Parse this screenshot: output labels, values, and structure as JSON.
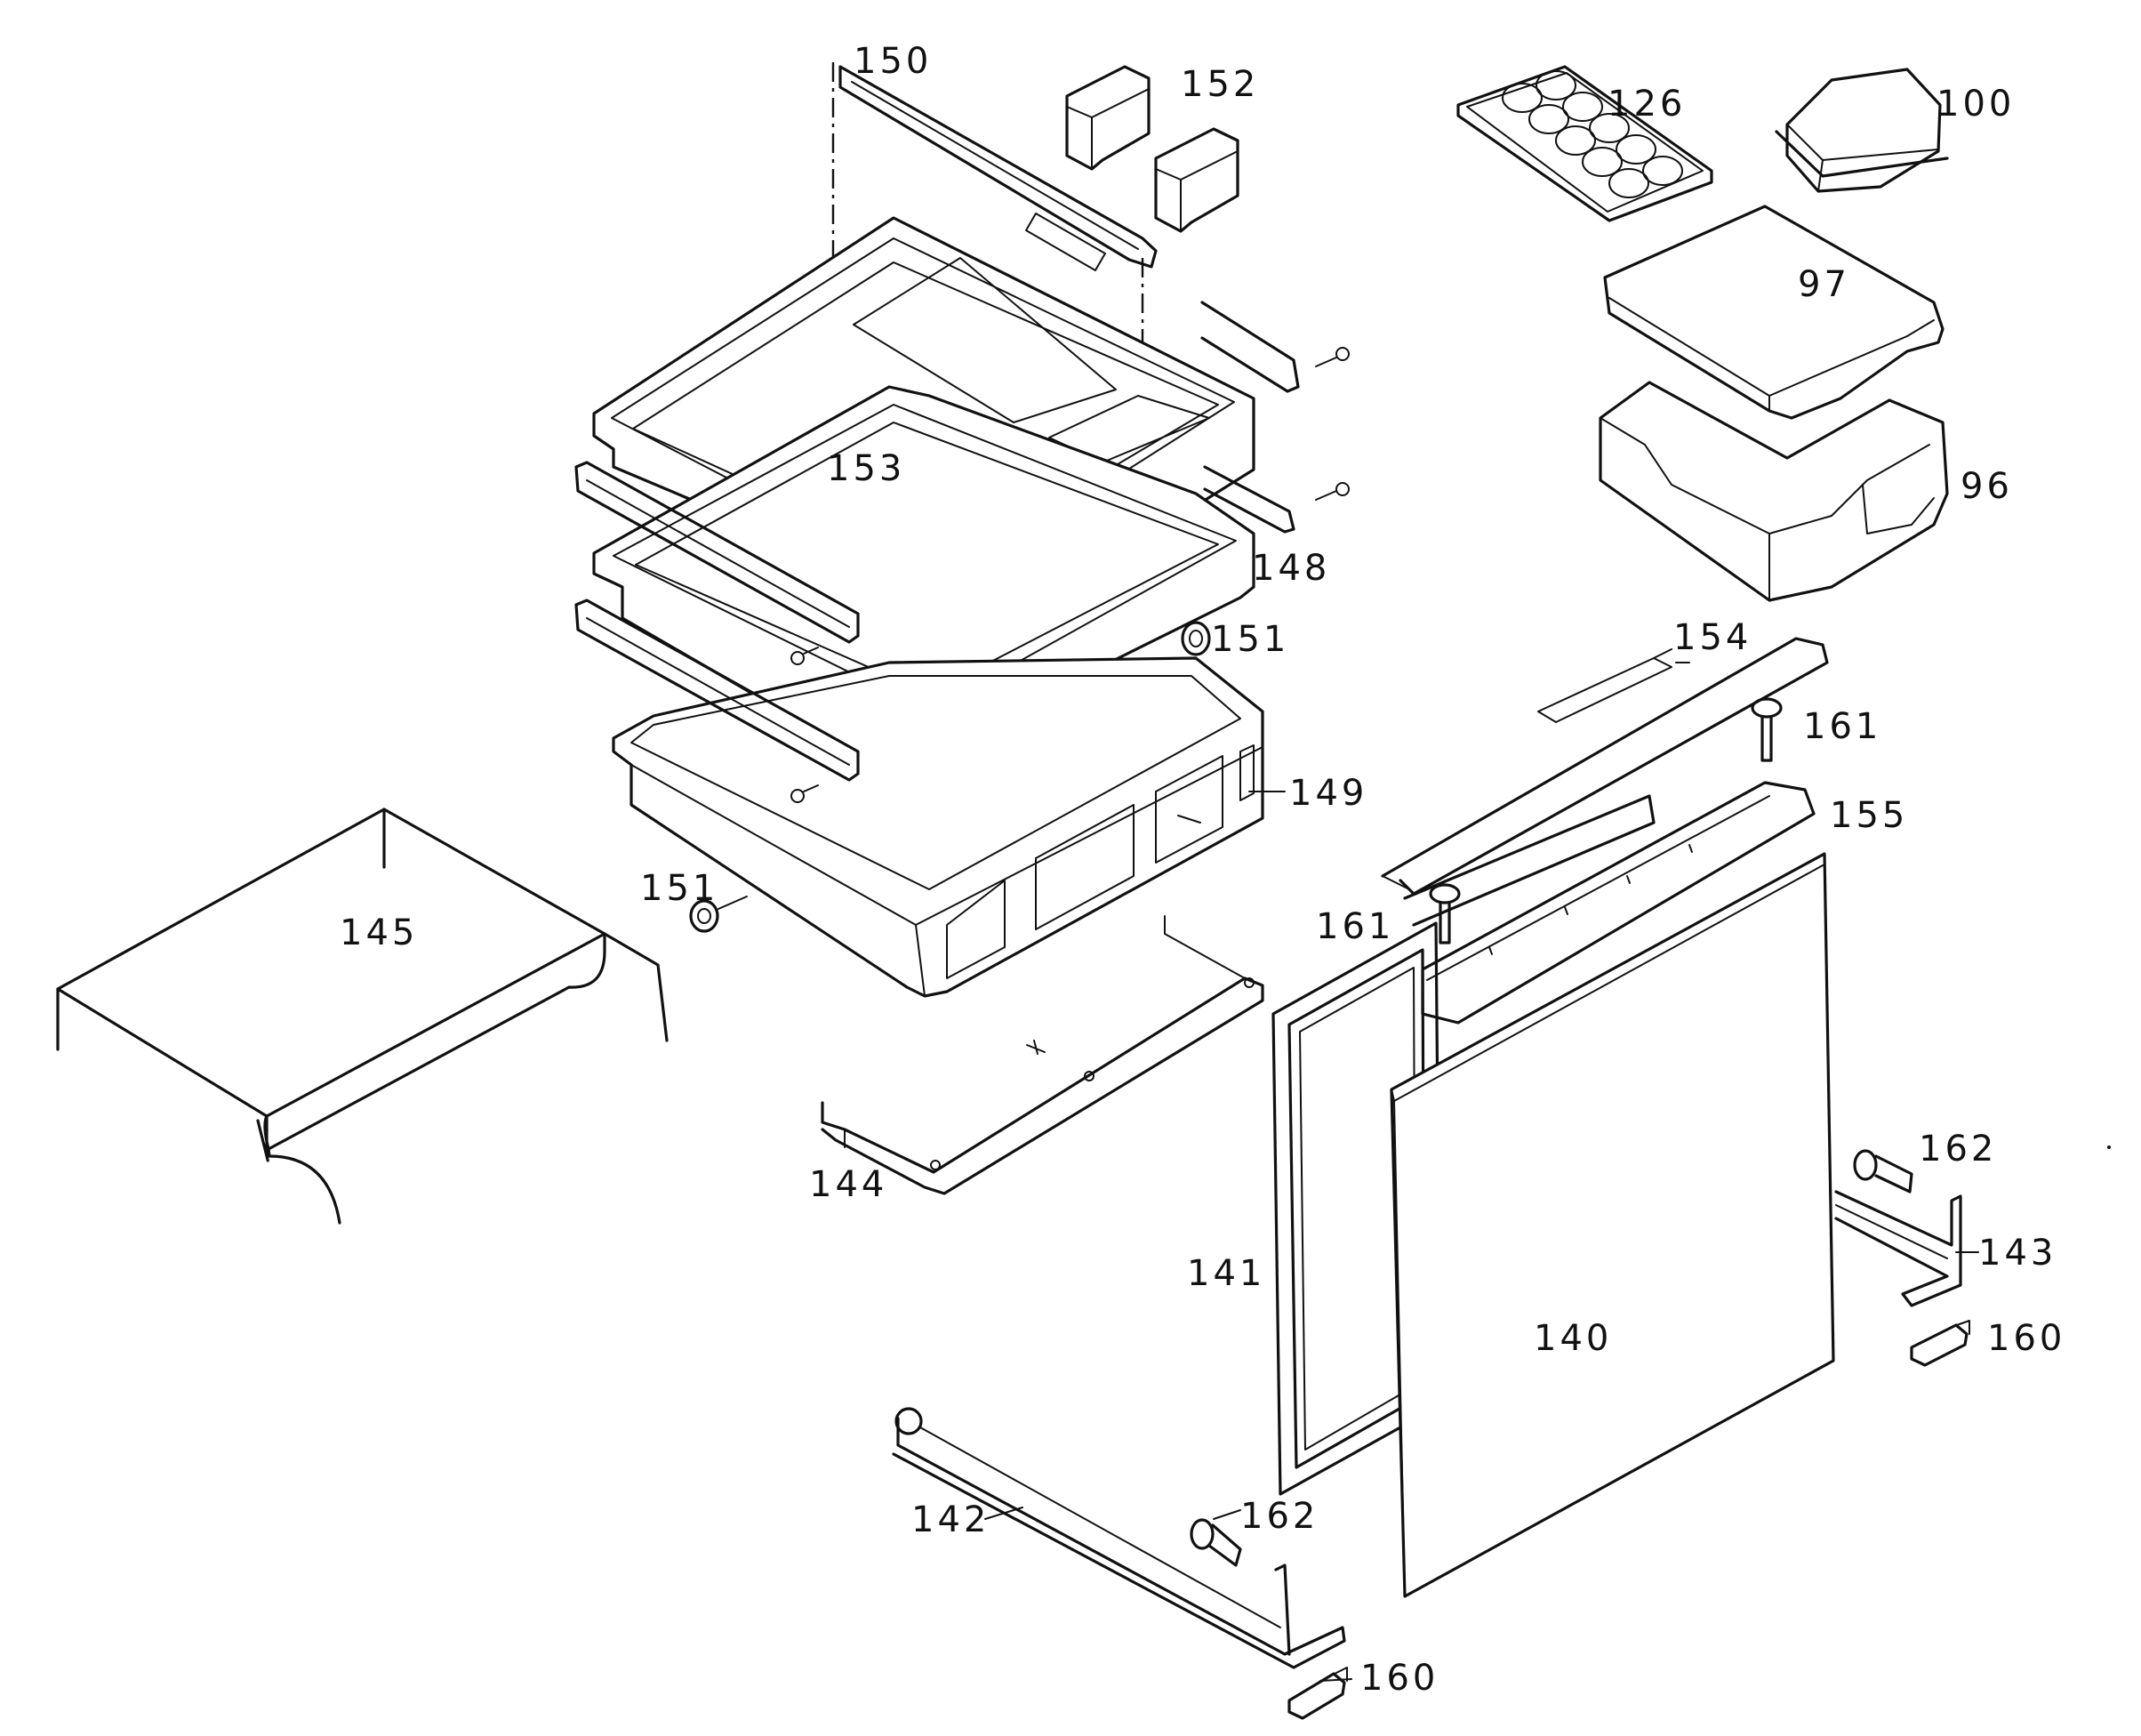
{
  "diagram": {
    "callouts": {
      "p150": "150",
      "p152": "152",
      "p126": "126",
      "p100": "100",
      "p97": "97",
      "p96": "96",
      "p153": "153",
      "p148": "148",
      "p151a": "151",
      "p151b": "151",
      "p149": "149",
      "p154": "154",
      "p161a": "161",
      "p161b": "161",
      "p155": "155",
      "p145": "145",
      "p144": "144",
      "p162a": "162",
      "p162b": "162",
      "p143": "143",
      "p141": "141",
      "p140": "140",
      "p160a": "160",
      "p160b": "160",
      "p142": "142"
    }
  }
}
